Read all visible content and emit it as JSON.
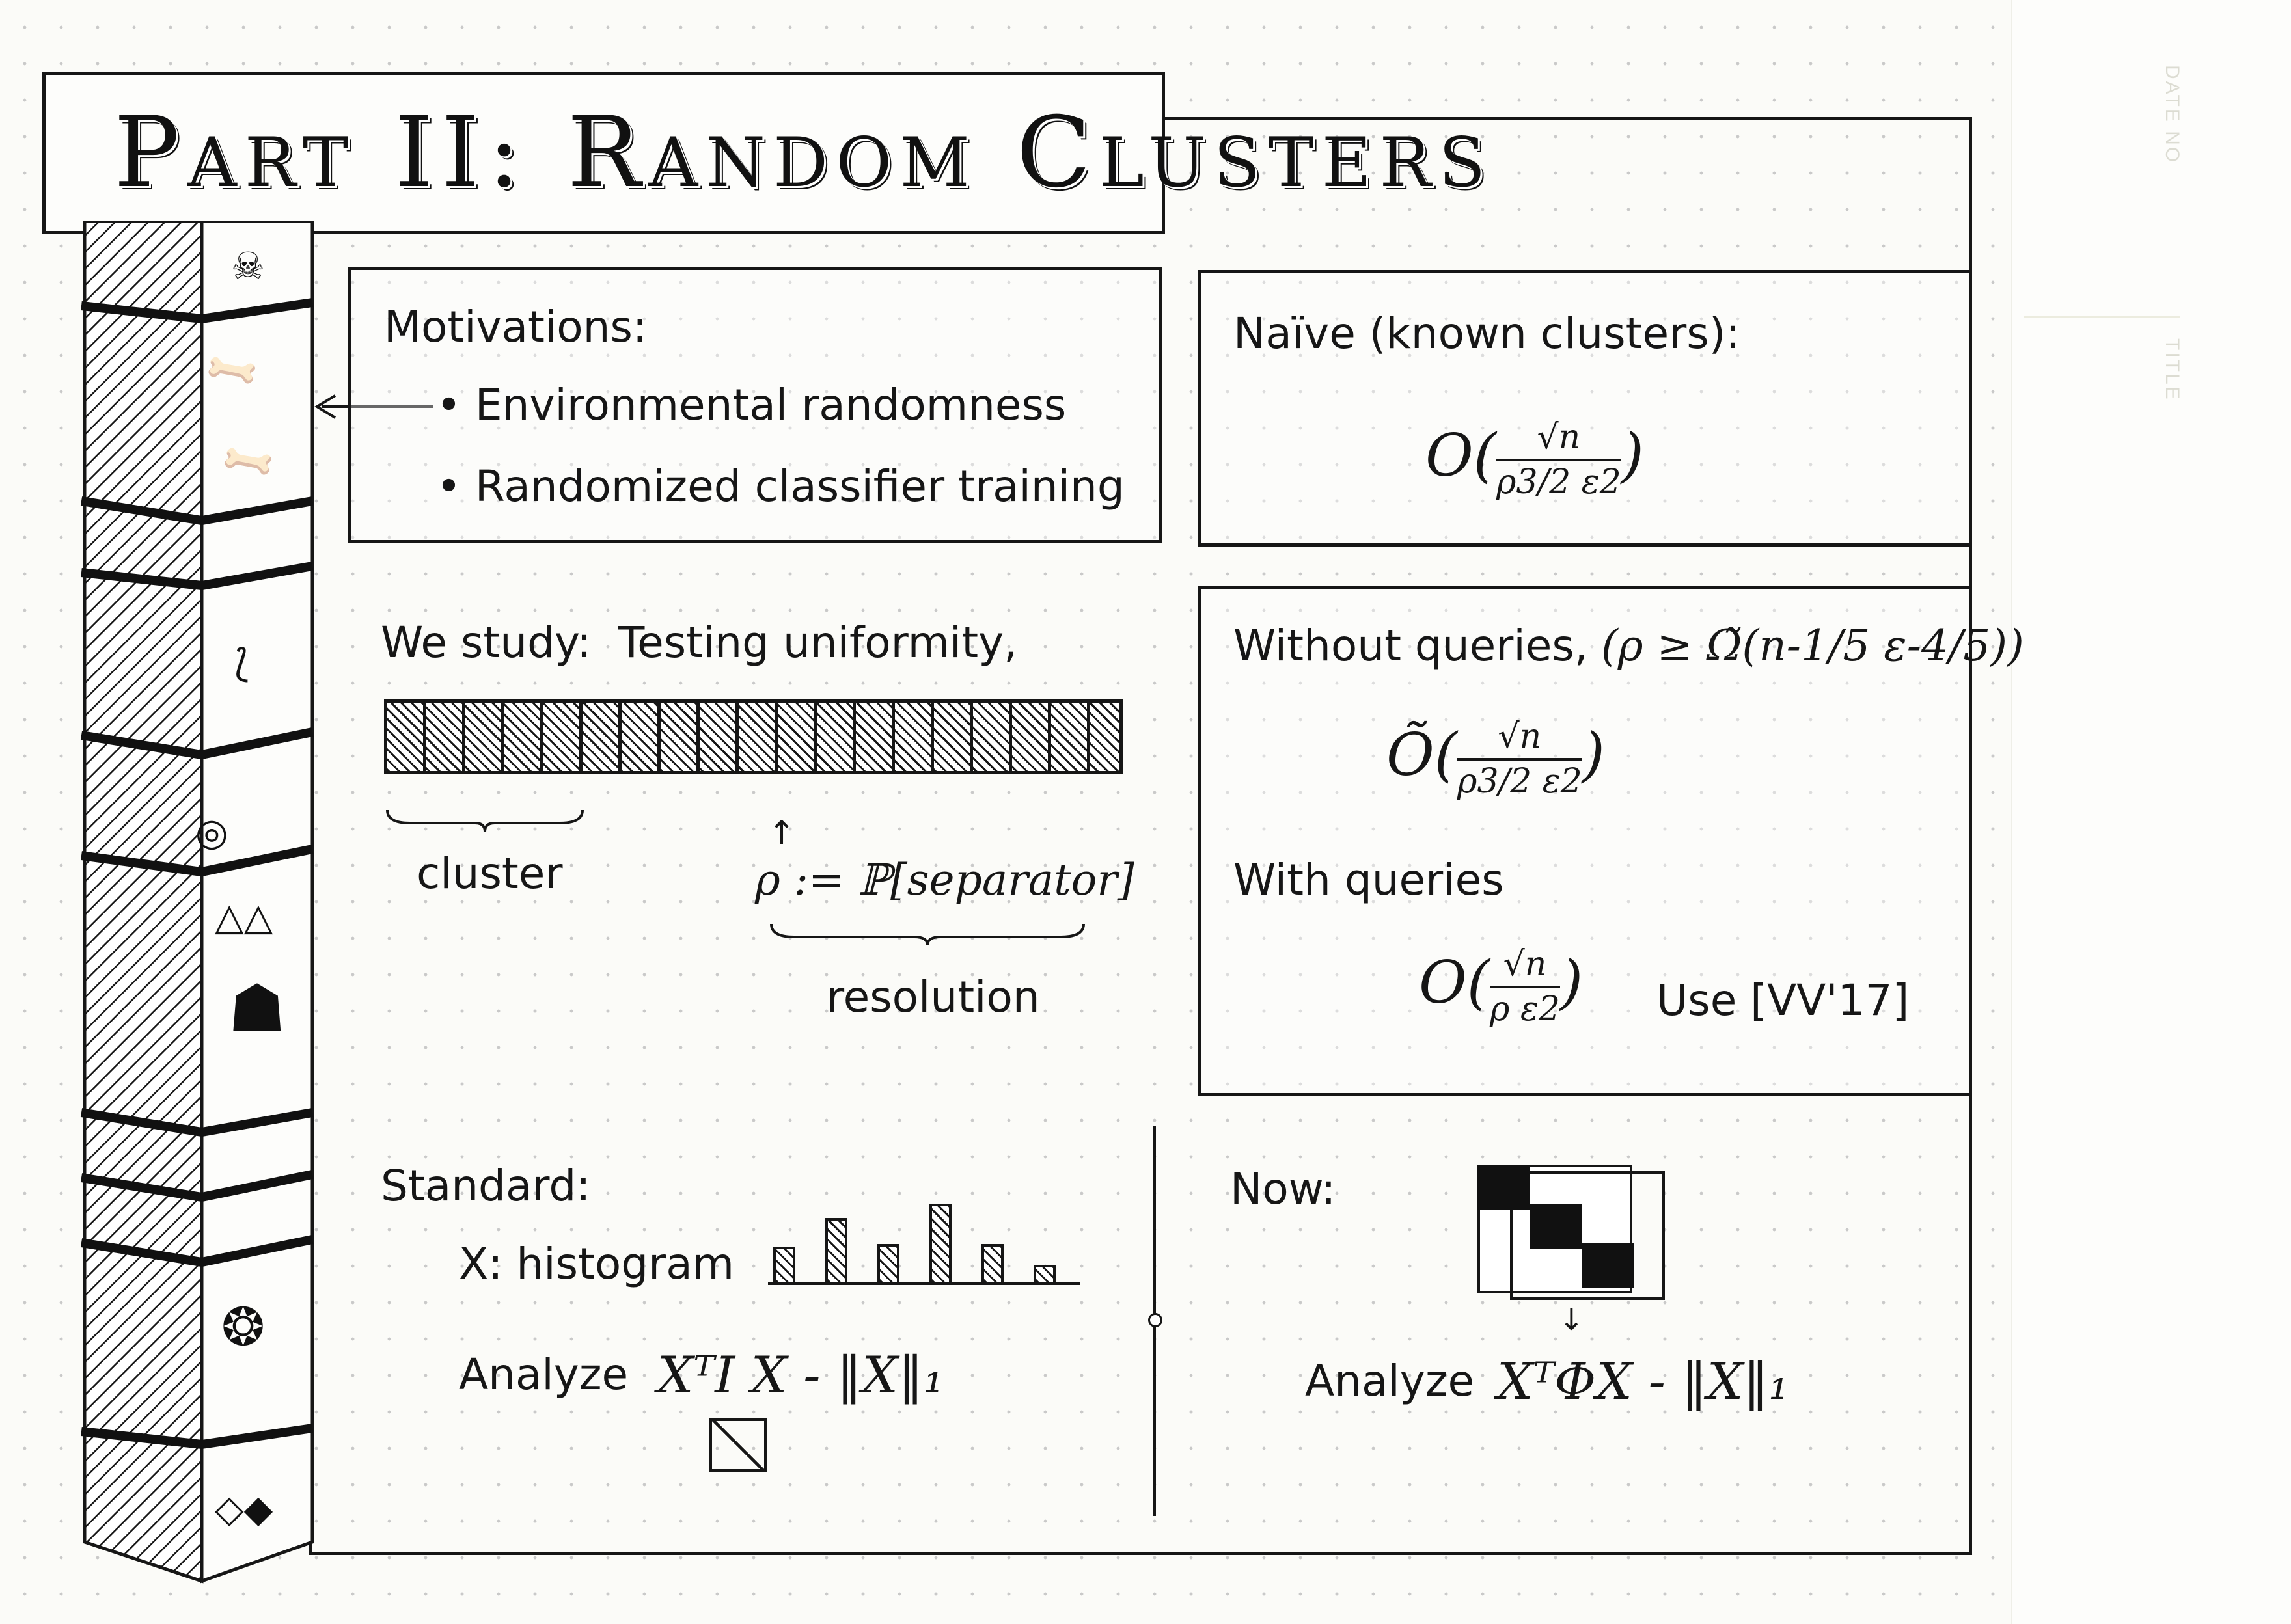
{
  "title": "Part II: Random Clusters",
  "motivations": {
    "heading": "Motivations:",
    "items": [
      "Environmental randomness",
      "Randomized classifier training"
    ]
  },
  "study": {
    "lead": "We study:",
    "topic": "Testing uniformity,",
    "cluster_label": "cluster",
    "rho_def": "ρ := ℙ[separator]",
    "resolution_label": "resolution"
  },
  "naive": {
    "heading": "Naïve (known clusters):",
    "bound_prefix": "O",
    "numerator": "√n",
    "denominator": "ρ3/2 ε2"
  },
  "without_queries": {
    "heading": "Without queries,",
    "condition": "(ρ ≥ Ω̃(n-1/5 ε-4/5))",
    "bound_prefix": "Õ",
    "numerator": "√n",
    "denominator": "ρ3/2 ε2"
  },
  "with_queries": {
    "heading": "With queries",
    "bound_prefix": "O",
    "numerator": "√n",
    "denominator": "ρ ε2",
    "note": "Use [VV'17]"
  },
  "standard": {
    "heading": "Standard:",
    "x_def": "X: histogram",
    "analyze_label": "Analyze",
    "formula": "XᵀI X - ‖X‖₁",
    "histogram_levels": [
      0.45,
      0.82,
      0.48,
      1.0,
      0.48,
      0.22
    ]
  },
  "now": {
    "heading": "Now:",
    "analyze_label": "Analyze",
    "formula": "XᵀΦX - ‖X‖₁"
  },
  "margin": {
    "date_label": "DATE NO",
    "title_label": "TITLE"
  },
  "fossils": [
    "skull-icon",
    "bone-icon",
    "fish-icon",
    "ammonite-icon",
    "dinosaur-skull-icon",
    "ribcage-icon",
    "trilobite-icon",
    "rock-icon"
  ]
}
